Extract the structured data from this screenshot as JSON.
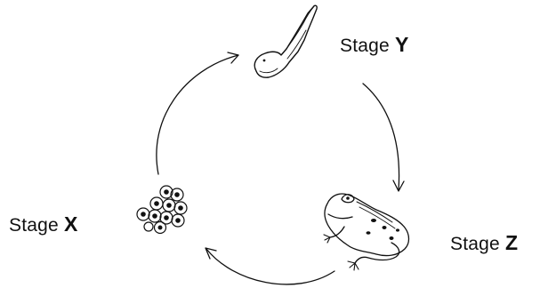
{
  "stages": {
    "y": {
      "word": "Stage",
      "letter": "Y",
      "depicts": "tadpole"
    },
    "x": {
      "word": "Stage",
      "letter": "X",
      "depicts": "eggs"
    },
    "z": {
      "word": "Stage",
      "letter": "Z",
      "depicts": "frog"
    }
  },
  "arrows": [
    {
      "from": "y",
      "to": "z"
    },
    {
      "from": "z",
      "to": "x"
    },
    {
      "from": "x",
      "to": "y"
    }
  ],
  "colors": {
    "ink": "#111111",
    "background": "#ffffff"
  }
}
